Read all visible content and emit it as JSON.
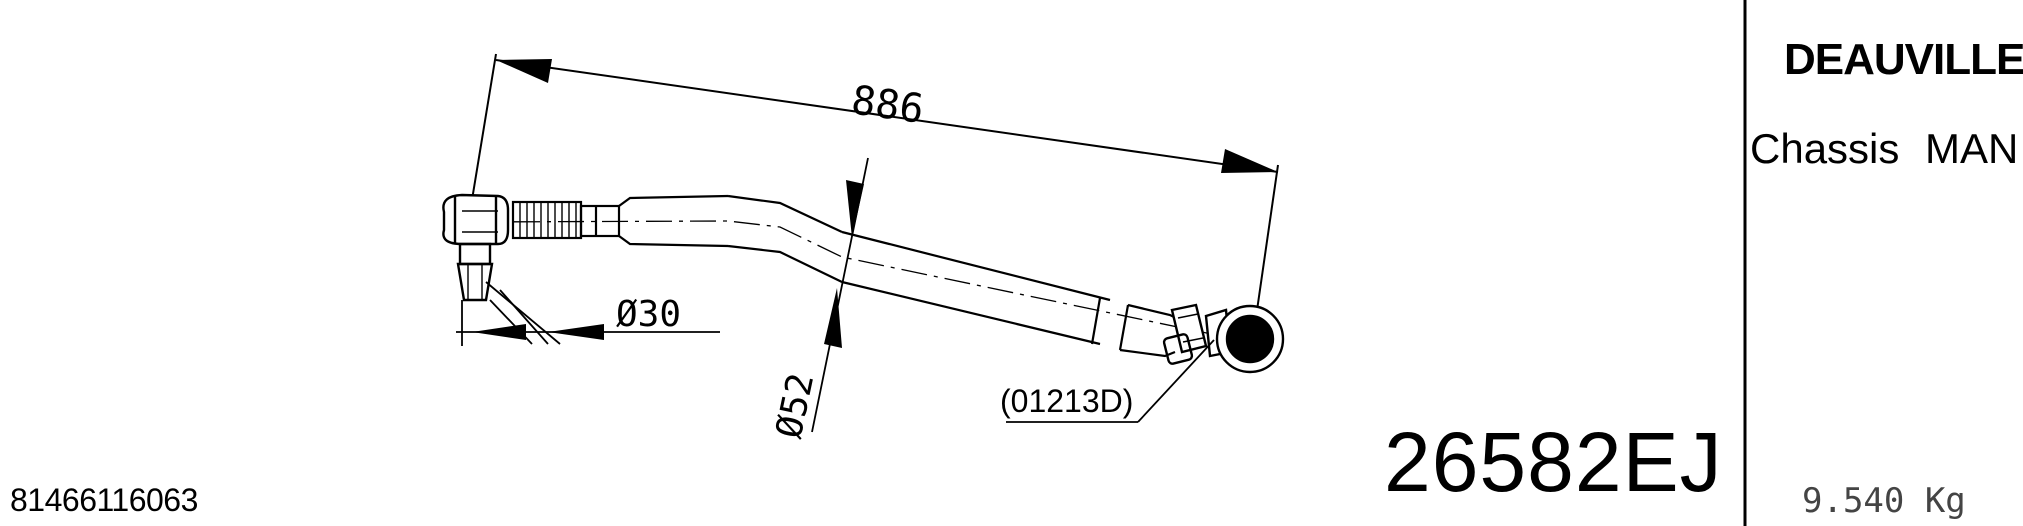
{
  "title_block": {
    "customer": "DEAUVILLE",
    "chassis": "Chassis  MAN",
    "part_number": "26582EJ",
    "oem_number": "81466116063",
    "weight": "9.540 Kg"
  },
  "dimensions": {
    "length": "886",
    "rod_diameter": "Ø52",
    "pin_diameter": "Ø30",
    "joint_reference": "(01213D)"
  }
}
